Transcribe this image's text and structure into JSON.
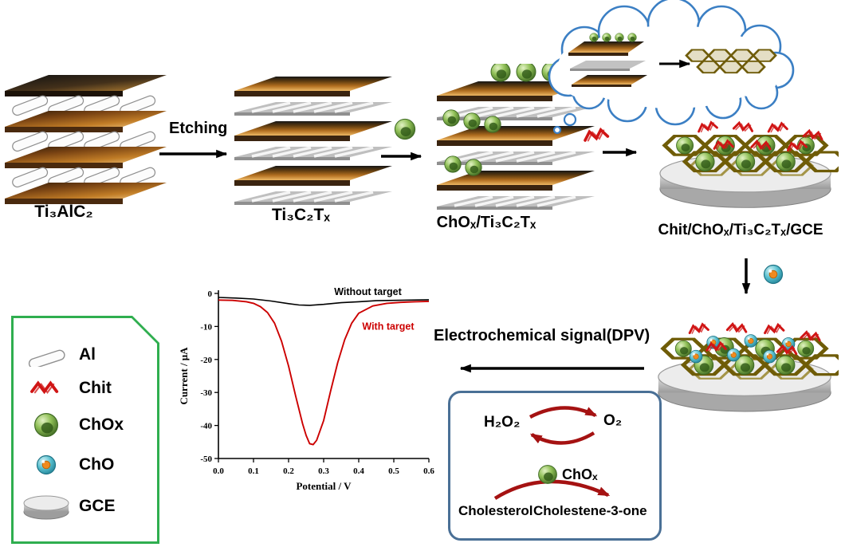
{
  "flow": {
    "step1_label": "Ti₃AlC₂",
    "etching_label": "Etching",
    "step2_label": "Ti₃C₂Tₓ",
    "step3_label": "ChOₓ/Ti₃C₂Tₓ",
    "step4_label": "Chit/ChOₓ/Ti₃C₂Tₓ/GCE",
    "signal_label": "Electrochemical signal(DPV)"
  },
  "legend": {
    "items": [
      {
        "icon": "al-cylinder-icon",
        "label": "Al"
      },
      {
        "icon": "chit-squiggle-icon",
        "label": "Chit"
      },
      {
        "icon": "chox-sphere-icon",
        "label": "ChOx"
      },
      {
        "icon": "cho-sphere-icon",
        "label": "ChO"
      },
      {
        "icon": "gce-disc-icon",
        "label": "GCE"
      }
    ]
  },
  "reaction_cycle": {
    "h2o2": "H₂O₂",
    "o2": "O₂",
    "enzyme": "ChOₓ",
    "substrate": "Cholesterol",
    "product": "Cholestene-3-one"
  },
  "colors": {
    "legend_border": "#2fae4f",
    "cloud_outline": "#3b7fc4",
    "reaction_box_border": "#4a7096",
    "reaction_arrow_red": "#a51212",
    "chit_red": "#d01515",
    "mxene_brown": "#b06d1f",
    "hexagon_olive": "#6f5c07",
    "without_target": "#000000",
    "with_target": "#cc0000"
  },
  "chart_data": {
    "type": "line",
    "xlabel": "Potential / V",
    "ylabel": "Current / μA",
    "xlim": [
      0.0,
      0.6
    ],
    "ylim": [
      -50,
      0
    ],
    "x_ticks": [
      "0.0",
      "0.1",
      "0.2",
      "0.3",
      "0.4",
      "0.5",
      "0.6"
    ],
    "y_ticks": [
      0,
      -10,
      -20,
      -30,
      -40,
      -50
    ],
    "grid": false,
    "legend_position": "inline-annotations",
    "series": [
      {
        "name": "Without target",
        "color": "#000000",
        "stroke_width": 1.6,
        "label_at": [
          0.33,
          -0.5
        ],
        "x": [
          0.0,
          0.05,
          0.1,
          0.15,
          0.2,
          0.23,
          0.26,
          0.3,
          0.35,
          0.4,
          0.45,
          0.5,
          0.55,
          0.6
        ],
        "y": [
          -1.2,
          -1.4,
          -1.7,
          -2.3,
          -3.1,
          -3.5,
          -3.6,
          -3.3,
          -2.8,
          -2.5,
          -2.2,
          -2.1,
          -2.0,
          -1.9
        ]
      },
      {
        "name": "With target",
        "color": "#cc0000",
        "stroke_width": 1.9,
        "label_at": [
          0.41,
          -11
        ],
        "x": [
          0.0,
          0.04,
          0.08,
          0.1,
          0.12,
          0.14,
          0.16,
          0.18,
          0.2,
          0.22,
          0.24,
          0.25,
          0.26,
          0.27,
          0.28,
          0.3,
          0.32,
          0.34,
          0.36,
          0.38,
          0.4,
          0.44,
          0.48,
          0.52,
          0.56,
          0.6
        ],
        "y": [
          -2.0,
          -2.1,
          -2.5,
          -3.0,
          -4.0,
          -5.8,
          -9.0,
          -14.5,
          -22.0,
          -31.0,
          -39.5,
          -43.0,
          -45.5,
          -45.8,
          -44.5,
          -38.5,
          -29.5,
          -21.0,
          -14.0,
          -9.0,
          -6.0,
          -3.8,
          -3.0,
          -2.7,
          -2.5,
          -2.4
        ]
      }
    ]
  }
}
